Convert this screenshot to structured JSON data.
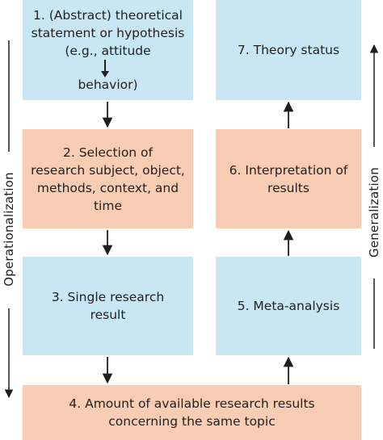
{
  "boxes": {
    "box1": {
      "lines": [
        "1. (Abstract) theoretical",
        "statement or hypothesis",
        "(e.g., attitude",
        "behavior)"
      ]
    },
    "box2": {
      "lines": [
        "2. Selection of",
        "research subject, object,",
        "methods, context, and",
        "time"
      ]
    },
    "box3": {
      "lines": [
        "3. Single research",
        "result"
      ]
    },
    "box4": {
      "lines": [
        "4. Amount of available research results",
        "concerning the same topic"
      ]
    },
    "box5": {
      "lines": [
        "5. Meta-analysis"
      ]
    },
    "box6": {
      "lines": [
        "6. Interpretation of",
        "results"
      ]
    },
    "box7": {
      "lines": [
        "7. Theory status"
      ]
    }
  },
  "side_labels": {
    "left": "Operationalization",
    "right": "Generalization"
  },
  "colors": {
    "blue_box": "#c9e6f5",
    "peach_box": "#f8cdb4",
    "arrow": "#1f1f1f"
  }
}
